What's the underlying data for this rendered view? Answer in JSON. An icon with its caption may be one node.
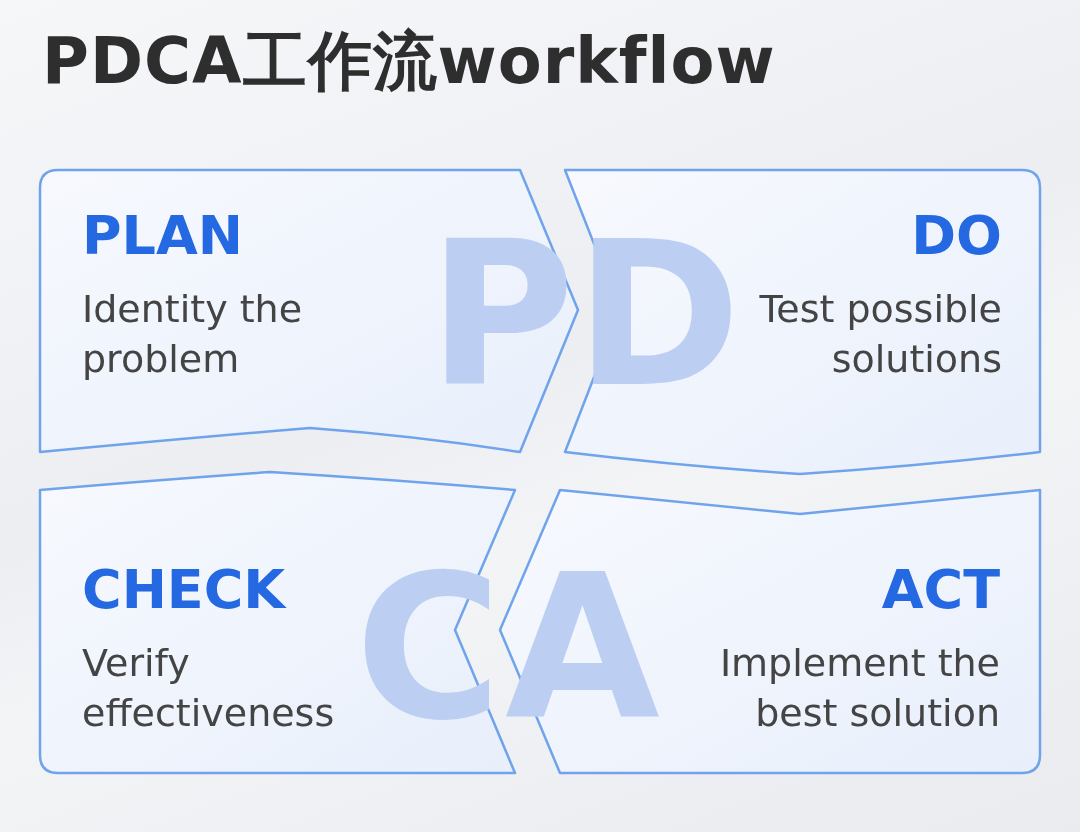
{
  "diagram": {
    "title": "PDCA工作流workflow",
    "nodes": [
      {
        "text": [
          "PLAN",
          "Identity the problem"
        ]
      },
      {
        "text": [
          "DO",
          "Test possible solutions"
        ]
      },
      {
        "text": [
          "CHECK",
          "Verify effectiveness"
        ]
      },
      {
        "text": [
          "ACT",
          "Implement the best solution"
        ]
      }
    ],
    "labels": [
      "P",
      "D",
      "C",
      "A"
    ]
  }
}
